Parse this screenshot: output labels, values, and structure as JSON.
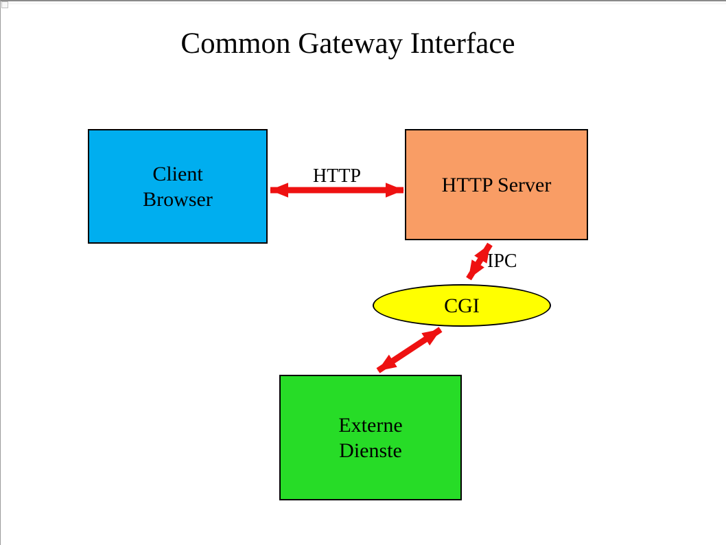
{
  "title": "Common Gateway Interface",
  "nodes": {
    "client_browser": {
      "line1": "Client",
      "line2": "Browser",
      "fill": "#00AEEF"
    },
    "http_server": {
      "label": "HTTP Server",
      "fill": "#F99D65"
    },
    "cgi": {
      "label": "CGI",
      "fill": "#FFFF00"
    },
    "externe_dienste": {
      "line1": "Externe",
      "line2": "Dienste",
      "fill": "#27DC27"
    }
  },
  "edges": {
    "http": {
      "label": "HTTP",
      "from": "client_browser",
      "to": "http_server"
    },
    "ipc": {
      "label": "IPC",
      "from": "http_server",
      "to": "cgi"
    },
    "cgi_extern": {
      "label": "",
      "from": "cgi",
      "to": "externe_dienste"
    }
  },
  "arrow_color": "#EE1111",
  "colors": {
    "background": "#FFFFFF",
    "border": "#000000",
    "text": "#000000"
  }
}
